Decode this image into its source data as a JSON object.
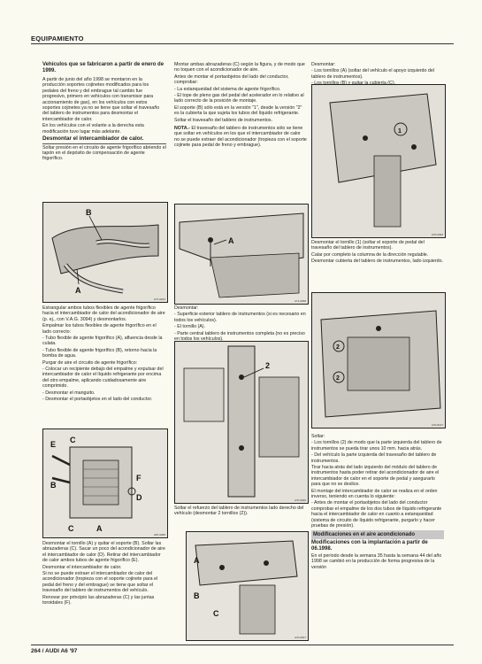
{
  "header": {
    "section": "EQUIPAMIENTO"
  },
  "col1": {
    "title": "Vehículos que se fabricaron a partir de enero de 1999.",
    "p1": "A partir de junio del año 1998 se montaron en la producción soportes cojinetes modificados para los pedales del freno y del embrague tal cambio fue progresivo, primero en vehículos con transmisor para accionamiento de gas), en los vehículos con estos soportes cojinetes ya no se tiene que soltar el travesaño del tablero de instrumentos para desmontar el intercambiador de calor.",
    "p2": "En los vehículos con el volante a la derecha esta modificación tuvo lugar más adelante.",
    "sub": "Desmontar el intercambiador de calor.",
    "p3": "Soltar presión en el circuito de agente frigorífico abriendo el tapón en el depósito de compensación de agente frigorífico.",
    "fig1_ref": "A71-0231",
    "p4": "Estrangular ambos tubos flexibles de agente frigorífico hacia el intercambiador de calor del acondicionador de aire (p. ej., con V.A.G. 3094) y desmontarlos.",
    "p5": "Empalmar los tubos flexibles de agente frigorífico en el lado correcto:",
    "p6": "- Tubo flexible de agente frigorífico (A), afluencia desde la culata.",
    "p7": "- Tubo flexible de agente frigorífico (B), retorno hacia la bomba de agua.",
    "p8": "Purgar de aire el circuito de agente frigorífico:",
    "p9": "- Colocar un recipiente debajo del empalme y expulsar del intercambiador de calor el líquido refrigerante por encima del otro empalme, aplicando cuidadosamente aire comprimido.",
    "p10": "- Desmontar el manguito.",
    "p11": "- Desmontar el portaobjetos en el lado del conductor.",
    "fig2_ref": "A87-0283",
    "p12": "Desmontar el tornillo (A) y quitar el soporte (B). Soltar las abrazaderas (C). Sacar un poco del acondicionador de aire el intercambiador de calor (D). Retirar del intercambiador de calor ambos tubos de agente frigorífico (E).",
    "p13": "Desmontar el intercambiador de calor.",
    "p14": "Si no se puede extraer el intercambiador de calor del acondicionador (tropieza con el soporte cojinete para el pedal del freno y del embrague) se tiene que soltar el travesaño del tablero de instrumentos del vehículo.",
    "p15": "Renovar por principio las abrazaderas (C) y las juntas toroidales (F)."
  },
  "col2": {
    "p1": "Montar ambas abrazaderas (C) según la figura, y de modo que no toquen con el acondicionador de aire.",
    "p2": "Antes de montar el portaobjetos del lado del conductor, comprobar:",
    "p3": "- La estanqueidad del sistema de agente frigorífico.",
    "p4": "- El tope de pleno gas del pedal del acelerador en lo relativo al lado correcto de la posición de montaje.",
    "p5": "El soporte (B) sólo está en la versión \"1\", desde la versión \"2\" es la cubierta la que sujeta los tubos del líquido refrigerante.",
    "p6": "Soltar el travesaño del tablero de instrumentos.",
    "nota_label": "NOTA.-",
    "nota": "El travesaño del tablero de instrumentos sólo se tiene que soltar en vehículos en los que el intercambiador de calor no se puede extraer del acondicionador (tropieza con el soporte cojinete para pedal de freno y embrague).",
    "fig3_ref": "A71-0268",
    "p7": "Desmontar:",
    "p8": "- Superficie exterior tablero de instrumentos (si es necesario en todos los vehículos).",
    "p9": "- El tornillo (A).",
    "p10": "- Parte central tablero de instrumentos completa (no es preciso en todos los vehículos).",
    "fig4_ref": "A70-0026",
    "p11": "Soltar el refuerzo del tablero de instrumentos lado derecho del vehículo (desmontar 2 tornillos (2)).",
    "fig5_ref": "A70-0027"
  },
  "col3": {
    "p1": "Desmontar:",
    "p2": "- Los tornillos (A) (soltar del vehículo el apoyo izquierdo del tablero de instrumentos).",
    "p3": "- Los tornillos (B) y quitar la cubierta (C).",
    "fig6_ref": "A70-0040",
    "p4": "Desmontar el tornillo (1) (soltar el soporte de pedal del travesaño del tablero de instrumentos).",
    "p5": "Calar por completo la columna de la dirección regulable.",
    "p6": "Desmontar cubierta del tablero de instrumentos, lado izquierdo.",
    "fig7_ref": "A70-0147",
    "p7": "Soltar:",
    "p8": "- Los tornillos (2) de modo que la parte izquierda del tablero de instrumentos se pueda tirar unos 10 mm. hacia atrás.",
    "p9": "- Del vehículo la parte izquierda del travesaño del tablero de instrumentos.",
    "p10": "Tirar hacia atrás del lado izquierdo del módulo del tablero de instrumentos hasta poder retirar del acondicionador de aire el intercambiador de calor en el soporte de pedal y asegurarlo para que no se deslice.",
    "p11": "El montaje del intercambiador de calor se realiza en el orden inverso, teniendo en cuenta lo siguiente:",
    "p12": "- Antes de montar el portaobjetos del lado del conductor comprobar el empalme de los dos tubos de líquido refrigerante hacia el intercambiador de calor en cuanto a estanqueidad (sistema de circuito de líquido refrigerante, purgarlo y hacer pruebas de presión).",
    "bar": "Modificaciones en el aire acondicionado",
    "title": "Modificaciones con la implantación a partir de 06.1998.",
    "p13": "En el período desde la semana 35 hasta la semana 44 del año 1998 se cambió en la producción de forma progresiva de la versión"
  },
  "footer": {
    "text": "264 / AUDI A6 '97"
  }
}
